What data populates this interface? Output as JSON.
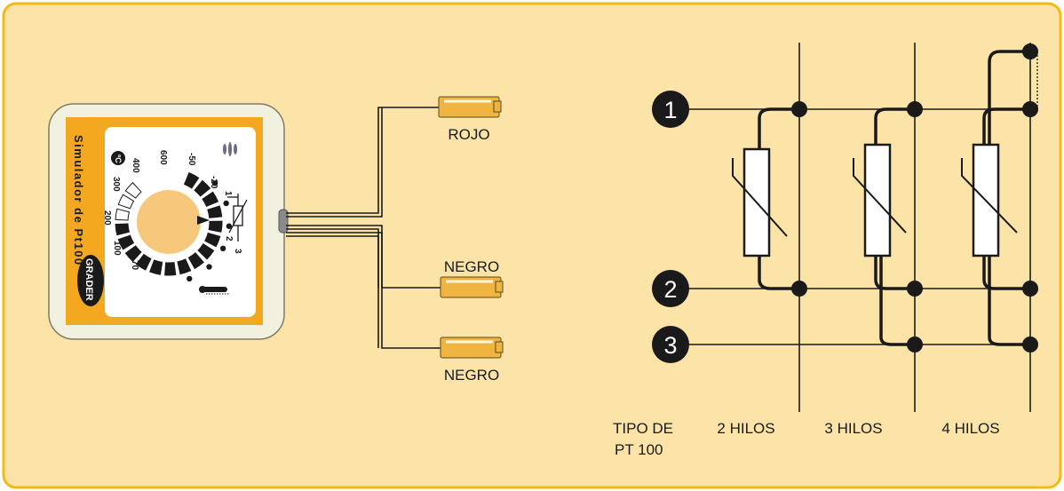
{
  "colors": {
    "background": "#fce4a8",
    "border": "#f5b915",
    "accent": "#f3a81f",
    "dial_center": "#f7c77c",
    "connector": "#f0b541",
    "line": "#1a1a1a"
  },
  "device": {
    "title": "Simulador de Pt100",
    "brand": "GRADER",
    "unit": "ºC",
    "scale_labels": [
      "600",
      "400",
      "300",
      "200",
      "100",
      "70",
      "-50",
      "-20"
    ],
    "terminal_numbers": [
      "1",
      "2",
      "3"
    ]
  },
  "connectors": [
    {
      "label": "ROJO"
    },
    {
      "label": "NEGRO"
    },
    {
      "label": "NEGRO"
    }
  ],
  "wiring": {
    "terminals": [
      "1",
      "2",
      "3"
    ],
    "type_label_line1": "TIPO DE",
    "type_label_line2": "PT 100",
    "columns": [
      "2 HILOS",
      "3 HILOS",
      "4 HILOS"
    ]
  }
}
